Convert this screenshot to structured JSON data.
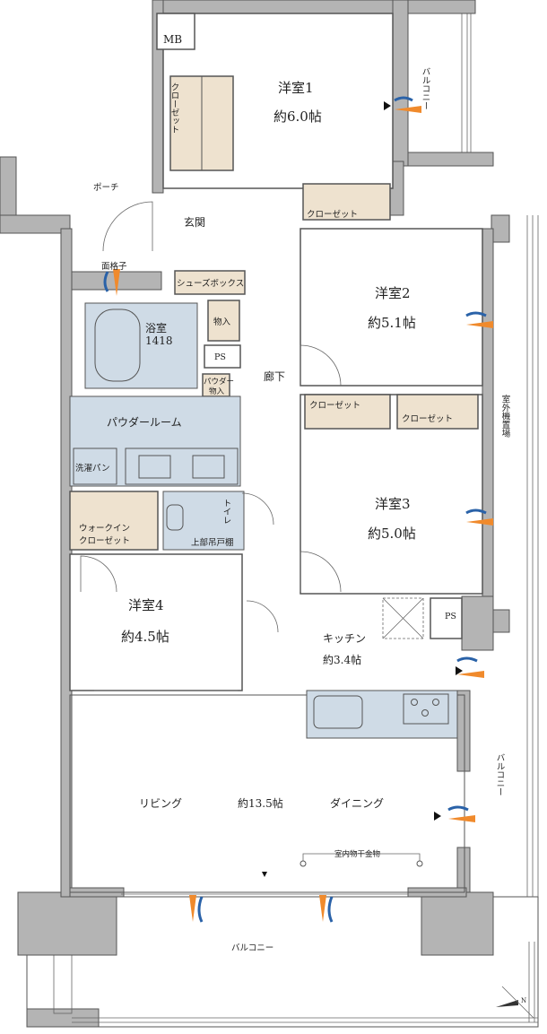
{
  "rooms": {
    "bedroom1": {
      "name": "洋室1",
      "size": "約6.0帖"
    },
    "bedroom2": {
      "name": "洋室2",
      "size": "約5.1帖"
    },
    "bedroom3": {
      "name": "洋室3",
      "size": "約5.0帖"
    },
    "bedroom4": {
      "name": "洋室4",
      "size": "約4.5帖"
    },
    "kitchen": {
      "name": "キッチン",
      "size": "約3.4帖"
    },
    "living": {
      "name": "リビング",
      "size": "約13.5帖",
      "dining": "ダイニング"
    }
  },
  "labels": {
    "mb": "MB",
    "porch": "ポーチ",
    "entrance": "玄関",
    "lattice": "面格子",
    "shoe_box": "シューズボックス",
    "storage": "物入",
    "ps1": "PS",
    "ps2": "PS",
    "bathroom": "浴室",
    "bathroom_size": "1418",
    "powder_storage_1": "パウダー",
    "powder_storage_2": "物入",
    "powder_room": "パウダールーム",
    "washer_pan": "洗濯パン",
    "wic_1": "ウォークイン",
    "wic_2": "クローゼット",
    "toilet": "トイレ",
    "upper_cabinet": "上部吊戸棚",
    "hallway": "廊下",
    "closet": "クローゼット",
    "closet_v": "クローゼット",
    "outdoor_unit": "室外機置場",
    "balcony_top": "バルコニー",
    "balcony_right": "バルコニー",
    "balcony_bottom": "バルコニー",
    "drying_rack": "室内物干金物",
    "north": "N"
  },
  "colors": {
    "wall": "#b4b4b4",
    "wet_area": "#cfdbe6",
    "storage": "#eee2cf",
    "vent_blue": "#2a62a8",
    "vent_orange": "#f08a2c"
  }
}
